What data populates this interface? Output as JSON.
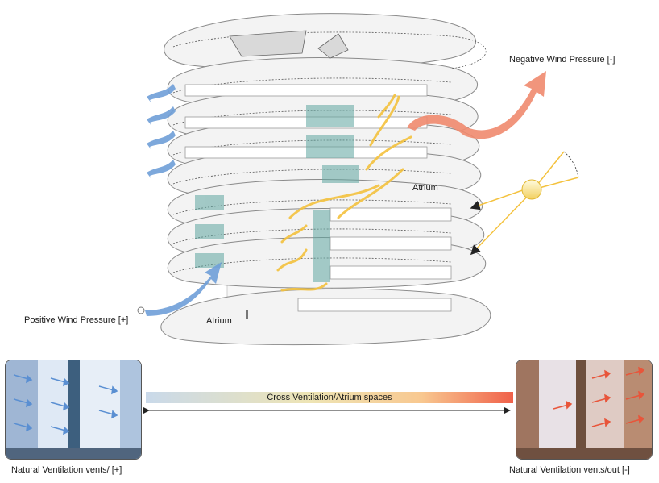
{
  "labels": {
    "negative_pressure": "Negative Wind Pressure [-]",
    "positive_pressure": "Positive Wind Pressure [+]",
    "atrium_upper": "Atrium",
    "atrium_lower": "Atrium",
    "cross_ventilation": "Cross Ventilation/Atrium spaces",
    "vents_in": "Natural Ventilation vents/ [+]",
    "vents_out": "Natural Ventilation vents/out [-]"
  },
  "colors": {
    "wind_in": "#6f9fd8",
    "wind_out": "#f08a6e",
    "air_flow": "#f4c23e",
    "sun": "#f6e08a",
    "glass": "#5fa6a0",
    "slab": "#f2f2f2"
  },
  "icons": {
    "sun": "sun-icon",
    "double_arrow": "double-arrow-icon"
  }
}
